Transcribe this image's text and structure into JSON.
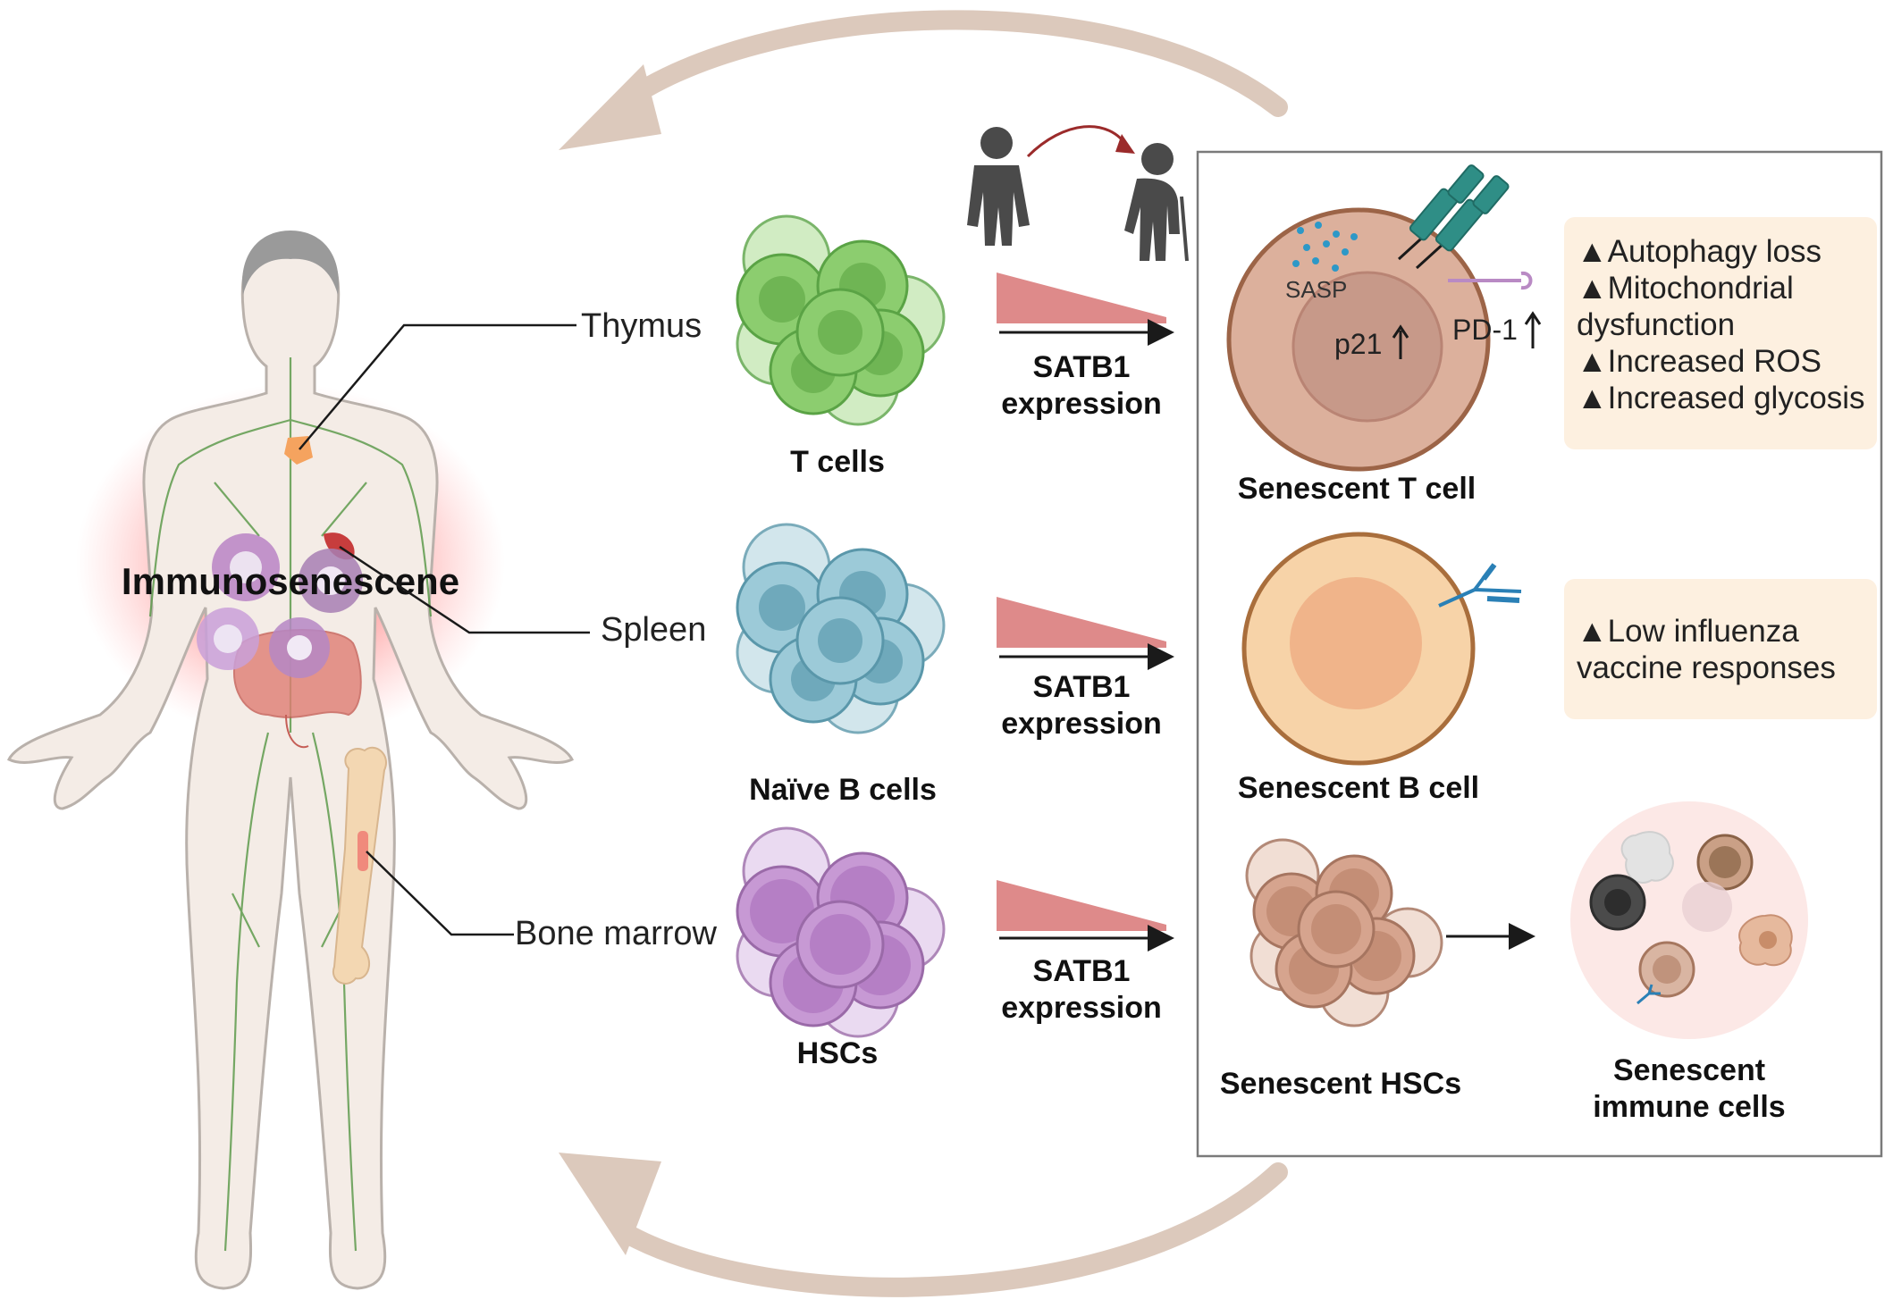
{
  "center_label": "Immunosenescene",
  "organs": {
    "thymus": "Thymus",
    "spleen": "Spleen",
    "bone_marrow": "Bone marrow"
  },
  "cells": {
    "t_cells": "T cells",
    "naive_b_cells": "Naïve B cells",
    "hscs": "HSCs"
  },
  "satb1": {
    "line1": "SATB1",
    "line2": "expression"
  },
  "senescent": {
    "t_cell": "Senescent T cell",
    "b_cell": "Senescent B cell",
    "hscs": "Senescent HSCs",
    "immune_line1": "Senescent",
    "immune_line2": "immune cells"
  },
  "t_cell_markers": {
    "sasp": "SASP",
    "p21": "p21",
    "pd1": "PD-1"
  },
  "t_cell_features": [
    "▲Autophagy loss",
    "▲Mitochondrial",
    "dysfunction",
    "▲Increased ROS",
    "▲Increased glycosis"
  ],
  "b_cell_features": [
    "▲Low influenza",
    "vaccine responses"
  ],
  "colors": {
    "t_cells": "#7cc560",
    "b_cells": "#6fa9bb",
    "hscs": "#b985c9",
    "wedge": "#de8a8a",
    "feature_box": "#fdf0e0",
    "cycle_arrow": "#dcc9bc"
  },
  "icons": [
    "person-icon",
    "elderly-person-icon",
    "antibody-icon",
    "pd1-receptor-icon",
    "tcr-receptor-icon"
  ]
}
